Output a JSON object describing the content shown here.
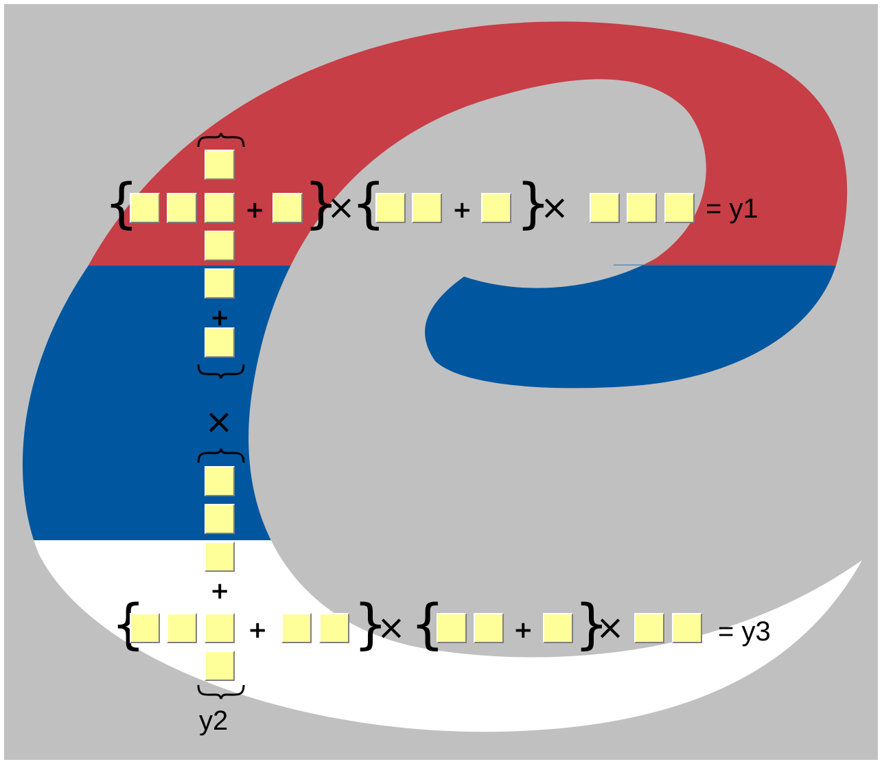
{
  "colors": {
    "background": "#c0c0c0",
    "red": "#c73e46",
    "blue": "#00569f",
    "white": "#ffffff",
    "cell": "#ffff99"
  },
  "symbols": {
    "open_brace": "{",
    "close_brace": "}",
    "plus": "+",
    "times": "×"
  },
  "results": {
    "y1": "= y1",
    "y2": "y2",
    "y3": "= y3"
  },
  "icons": {
    "logo": "serbian-e-logo-icon"
  }
}
